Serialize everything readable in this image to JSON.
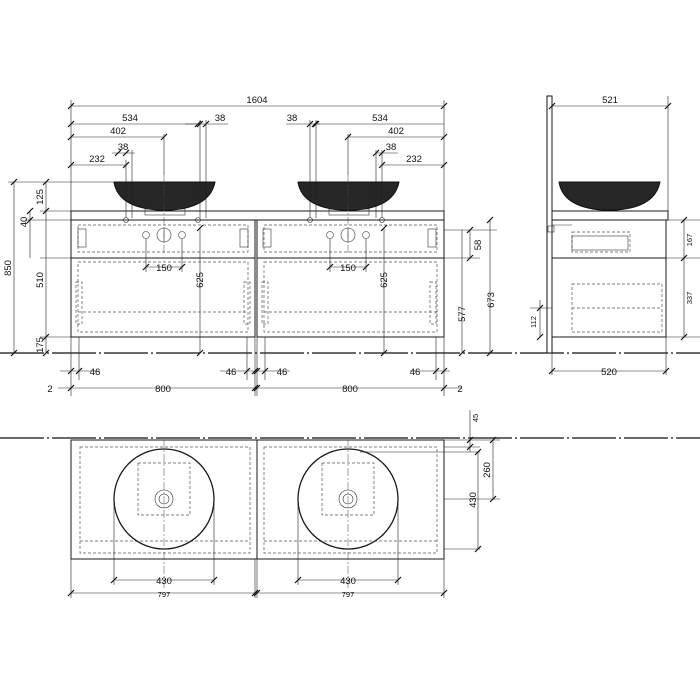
{
  "front_view": {
    "overall_width": "1604",
    "sink_offset": "534",
    "sink_offset_b": "402",
    "sink_offset_c": "232",
    "tap_offset": "38",
    "overall_height": "850",
    "top_thickness": "40",
    "bowl_height": "125",
    "drawer_height": "510",
    "floor_clearance": "175",
    "siphon_spacing": "150",
    "siphon_height": "625",
    "drawer_box_height": "577",
    "cabinet_body_height": "673",
    "drawer_gap": "58",
    "side_offset": "46",
    "unit_width": "800",
    "edge_gap": "2"
  },
  "side_view": {
    "depth_top": "521",
    "depth_body": "520",
    "upper_height": "167",
    "lower_height": "337",
    "base_height": "112"
  },
  "plan_view": {
    "front_offset": "45",
    "drain_depth": "260",
    "bowl_depth": "430",
    "bowl_diameter": "430",
    "unit_depth_label": "797"
  }
}
